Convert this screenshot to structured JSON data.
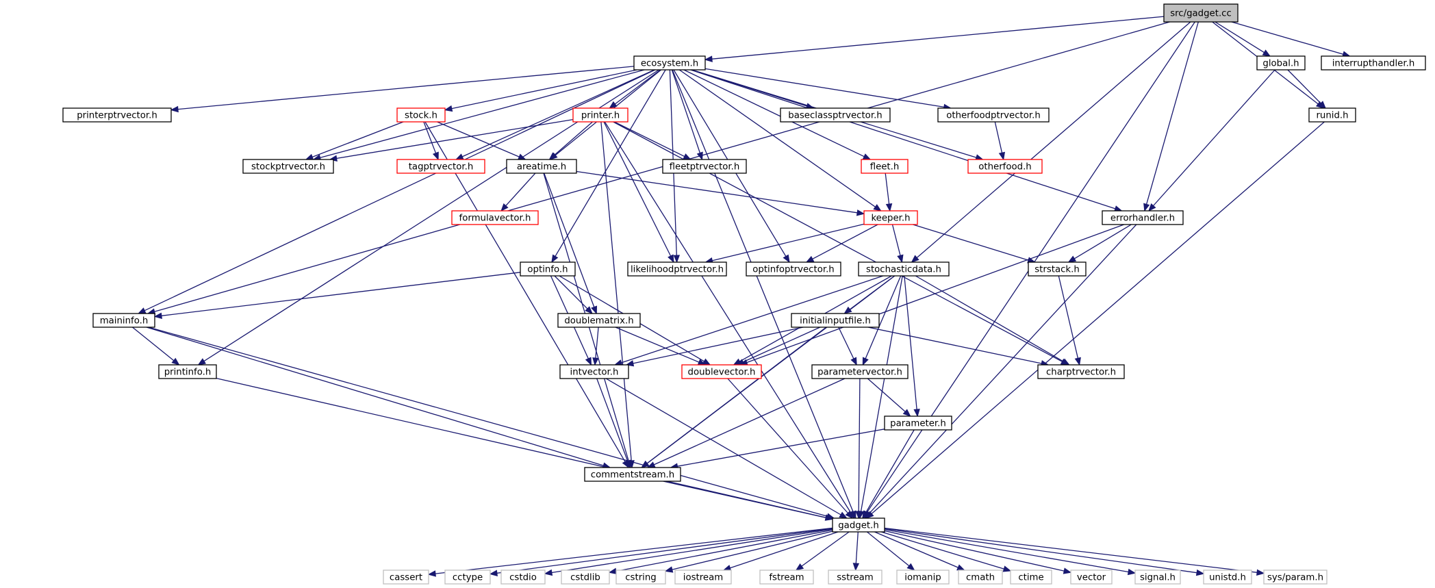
{
  "graph": {
    "nodes": [
      {
        "id": "gadget_cc",
        "label": "src/gadget.cc",
        "style": "root"
      },
      {
        "id": "ecosystem",
        "label": "ecosystem.h",
        "style": "normal"
      },
      {
        "id": "global",
        "label": "global.h",
        "style": "normal"
      },
      {
        "id": "interrupthandler",
        "label": "interrupthandler.h",
        "style": "normal"
      },
      {
        "id": "printerptrvector",
        "label": "printerptrvector.h",
        "style": "normal"
      },
      {
        "id": "stock",
        "label": "stock.h",
        "style": "incomplete"
      },
      {
        "id": "printer",
        "label": "printer.h",
        "style": "incomplete"
      },
      {
        "id": "baseclassptrvector",
        "label": "baseclassptrvector.h",
        "style": "normal"
      },
      {
        "id": "otherfoodptrvector",
        "label": "otherfoodptrvector.h",
        "style": "normal"
      },
      {
        "id": "runid",
        "label": "runid.h",
        "style": "normal"
      },
      {
        "id": "stockptrvector",
        "label": "stockptrvector.h",
        "style": "normal"
      },
      {
        "id": "tagptrvector",
        "label": "tagptrvector.h",
        "style": "incomplete"
      },
      {
        "id": "areatime",
        "label": "areatime.h",
        "style": "normal"
      },
      {
        "id": "fleetptrvector",
        "label": "fleetptrvector.h",
        "style": "normal"
      },
      {
        "id": "fleet",
        "label": "fleet.h",
        "style": "incomplete"
      },
      {
        "id": "otherfood",
        "label": "otherfood.h",
        "style": "incomplete"
      },
      {
        "id": "formulavector",
        "label": "formulavector.h",
        "style": "incomplete"
      },
      {
        "id": "keeper",
        "label": "keeper.h",
        "style": "incomplete"
      },
      {
        "id": "errorhandler",
        "label": "errorhandler.h",
        "style": "normal"
      },
      {
        "id": "likelihoodptrvector",
        "label": "likelihoodptrvector.h",
        "style": "normal"
      },
      {
        "id": "optinfoptrvector",
        "label": "optinfoptrvector.h",
        "style": "normal"
      },
      {
        "id": "optinfo",
        "label": "optinfo.h",
        "style": "normal"
      },
      {
        "id": "stochasticdata",
        "label": "stochasticdata.h",
        "style": "normal"
      },
      {
        "id": "strstack",
        "label": "strstack.h",
        "style": "normal"
      },
      {
        "id": "maininfo",
        "label": "maininfo.h",
        "style": "normal"
      },
      {
        "id": "doublematrix",
        "label": "doublematrix.h",
        "style": "normal"
      },
      {
        "id": "initialinputfile",
        "label": "initialinputfile.h",
        "style": "normal"
      },
      {
        "id": "printinfo",
        "label": "printinfo.h",
        "style": "normal"
      },
      {
        "id": "intvector",
        "label": "intvector.h",
        "style": "normal"
      },
      {
        "id": "doublevector",
        "label": "doublevector.h",
        "style": "incomplete"
      },
      {
        "id": "parametervector",
        "label": "parametervector.h",
        "style": "normal"
      },
      {
        "id": "charptrvector",
        "label": "charptrvector.h",
        "style": "normal"
      },
      {
        "id": "parameter",
        "label": "parameter.h",
        "style": "normal"
      },
      {
        "id": "commentstream",
        "label": "commentstream.h",
        "style": "normal"
      },
      {
        "id": "gadget_h",
        "label": "gadget.h",
        "style": "normal"
      },
      {
        "id": "cassert",
        "label": "cassert",
        "style": "system"
      },
      {
        "id": "cctype",
        "label": "cctype",
        "style": "system"
      },
      {
        "id": "cstdio",
        "label": "cstdio",
        "style": "system"
      },
      {
        "id": "cstdlib",
        "label": "cstdlib",
        "style": "system"
      },
      {
        "id": "cstring",
        "label": "cstring",
        "style": "system"
      },
      {
        "id": "iostream",
        "label": "iostream",
        "style": "system"
      },
      {
        "id": "fstream",
        "label": "fstream",
        "style": "system"
      },
      {
        "id": "sstream",
        "label": "sstream",
        "style": "system"
      },
      {
        "id": "iomanip",
        "label": "iomanip",
        "style": "system"
      },
      {
        "id": "cmath",
        "label": "cmath",
        "style": "system"
      },
      {
        "id": "ctime",
        "label": "ctime",
        "style": "system"
      },
      {
        "id": "vector",
        "label": "vector",
        "style": "system"
      },
      {
        "id": "signal",
        "label": "signal.h",
        "style": "system"
      },
      {
        "id": "unistd",
        "label": "unistd.h",
        "style": "system"
      },
      {
        "id": "sysparam",
        "label": "sys/param.h",
        "style": "system"
      }
    ],
    "edges": [
      {
        "from": "gadget_cc",
        "to": "ecosystem"
      },
      {
        "from": "gadget_cc",
        "to": "global"
      },
      {
        "from": "gadget_cc",
        "to": "interrupthandler"
      },
      {
        "from": "gadget_cc",
        "to": "runid"
      },
      {
        "from": "gadget_cc",
        "to": "maininfo"
      },
      {
        "from": "gadget_cc",
        "to": "stochasticdata"
      },
      {
        "from": "gadget_cc",
        "to": "errorhandler"
      },
      {
        "from": "gadget_cc",
        "to": "gadget_h"
      },
      {
        "from": "ecosystem",
        "to": "printerptrvector"
      },
      {
        "from": "ecosystem",
        "to": "stock"
      },
      {
        "from": "ecosystem",
        "to": "printer"
      },
      {
        "from": "ecosystem",
        "to": "baseclassptrvector"
      },
      {
        "from": "ecosystem",
        "to": "otherfoodptrvector"
      },
      {
        "from": "ecosystem",
        "to": "otherfood"
      },
      {
        "from": "ecosystem",
        "to": "stockptrvector"
      },
      {
        "from": "ecosystem",
        "to": "tagptrvector"
      },
      {
        "from": "ecosystem",
        "to": "areatime"
      },
      {
        "from": "ecosystem",
        "to": "fleetptrvector"
      },
      {
        "from": "ecosystem",
        "to": "fleet"
      },
      {
        "from": "ecosystem",
        "to": "keeper"
      },
      {
        "from": "ecosystem",
        "to": "errorhandler"
      },
      {
        "from": "ecosystem",
        "to": "likelihoodptrvector"
      },
      {
        "from": "ecosystem",
        "to": "optinfoptrvector"
      },
      {
        "from": "ecosystem",
        "to": "optinfo"
      },
      {
        "from": "ecosystem",
        "to": "maininfo"
      },
      {
        "from": "ecosystem",
        "to": "printinfo"
      },
      {
        "from": "ecosystem",
        "to": "gadget_h"
      },
      {
        "from": "global",
        "to": "runid"
      },
      {
        "from": "global",
        "to": "errorhandler"
      },
      {
        "from": "runid",
        "to": "gadget_h"
      },
      {
        "from": "stock",
        "to": "stockptrvector"
      },
      {
        "from": "stock",
        "to": "tagptrvector"
      },
      {
        "from": "stock",
        "to": "areatime"
      },
      {
        "from": "stock",
        "to": "commentstream"
      },
      {
        "from": "printer",
        "to": "stockptrvector"
      },
      {
        "from": "printer",
        "to": "areatime"
      },
      {
        "from": "printer",
        "to": "fleetptrvector"
      },
      {
        "from": "printer",
        "to": "likelihoodptrvector"
      },
      {
        "from": "printer",
        "to": "charptrvector"
      },
      {
        "from": "printer",
        "to": "commentstream"
      },
      {
        "from": "printer",
        "to": "gadget_h"
      },
      {
        "from": "otherfoodptrvector",
        "to": "otherfood"
      },
      {
        "from": "fleet",
        "to": "keeper"
      },
      {
        "from": "areatime",
        "to": "formulavector"
      },
      {
        "from": "areatime",
        "to": "keeper"
      },
      {
        "from": "areatime",
        "to": "doublematrix"
      },
      {
        "from": "areatime",
        "to": "commentstream"
      },
      {
        "from": "keeper",
        "to": "likelihoodptrvector"
      },
      {
        "from": "keeper",
        "to": "optinfoptrvector"
      },
      {
        "from": "keeper",
        "to": "stochasticdata"
      },
      {
        "from": "keeper",
        "to": "strstack"
      },
      {
        "from": "errorhandler",
        "to": "strstack"
      },
      {
        "from": "errorhandler",
        "to": "doublevector"
      },
      {
        "from": "errorhandler",
        "to": "gadget_h"
      },
      {
        "from": "strstack",
        "to": "charptrvector"
      },
      {
        "from": "optinfo",
        "to": "maininfo"
      },
      {
        "from": "optinfo",
        "to": "doublematrix"
      },
      {
        "from": "optinfo",
        "to": "intvector"
      },
      {
        "from": "optinfo",
        "to": "doublevector"
      },
      {
        "from": "stochasticdata",
        "to": "initialinputfile"
      },
      {
        "from": "stochasticdata",
        "to": "intvector"
      },
      {
        "from": "stochasticdata",
        "to": "doublevector"
      },
      {
        "from": "stochasticdata",
        "to": "parametervector"
      },
      {
        "from": "stochasticdata",
        "to": "parameter"
      },
      {
        "from": "stochasticdata",
        "to": "charptrvector"
      },
      {
        "from": "stochasticdata",
        "to": "commentstream"
      },
      {
        "from": "stochasticdata",
        "to": "gadget_h"
      },
      {
        "from": "maininfo",
        "to": "printinfo"
      },
      {
        "from": "maininfo",
        "to": "commentstream"
      },
      {
        "from": "maininfo",
        "to": "gadget_h"
      },
      {
        "from": "printinfo",
        "to": "gadget_h"
      },
      {
        "from": "doublematrix",
        "to": "intvector"
      },
      {
        "from": "doublematrix",
        "to": "doublevector"
      },
      {
        "from": "initialinputfile",
        "to": "intvector"
      },
      {
        "from": "initialinputfile",
        "to": "doublevector"
      },
      {
        "from": "initialinputfile",
        "to": "parametervector"
      },
      {
        "from": "initialinputfile",
        "to": "charptrvector"
      },
      {
        "from": "initialinputfile",
        "to": "commentstream"
      },
      {
        "from": "intvector",
        "to": "commentstream"
      },
      {
        "from": "intvector",
        "to": "gadget_h"
      },
      {
        "from": "doublevector",
        "to": "gadget_h"
      },
      {
        "from": "parametervector",
        "to": "parameter"
      },
      {
        "from": "parametervector",
        "to": "commentstream"
      },
      {
        "from": "parametervector",
        "to": "gadget_h"
      },
      {
        "from": "parameter",
        "to": "commentstream"
      },
      {
        "from": "parameter",
        "to": "gadget_h"
      },
      {
        "from": "commentstream",
        "to": "gadget_h"
      },
      {
        "from": "gadget_h",
        "to": "cassert"
      },
      {
        "from": "gadget_h",
        "to": "cctype"
      },
      {
        "from": "gadget_h",
        "to": "cstdio"
      },
      {
        "from": "gadget_h",
        "to": "cstdlib"
      },
      {
        "from": "gadget_h",
        "to": "cstring"
      },
      {
        "from": "gadget_h",
        "to": "iostream"
      },
      {
        "from": "gadget_h",
        "to": "fstream"
      },
      {
        "from": "gadget_h",
        "to": "sstream"
      },
      {
        "from": "gadget_h",
        "to": "iomanip"
      },
      {
        "from": "gadget_h",
        "to": "cmath"
      },
      {
        "from": "gadget_h",
        "to": "ctime"
      },
      {
        "from": "gadget_h",
        "to": "vector"
      },
      {
        "from": "gadget_h",
        "to": "signal"
      },
      {
        "from": "gadget_h",
        "to": "unistd"
      },
      {
        "from": "gadget_h",
        "to": "sysparam"
      }
    ]
  },
  "colors": {
    "edge": "#191970",
    "node_border": "#000000",
    "incomplete_border": "#ff0000",
    "system_border": "#bfbfbf",
    "system_text": "#7f7f7f",
    "root_fill": "#bfbfbf",
    "node_fill": "#ffffff"
  }
}
